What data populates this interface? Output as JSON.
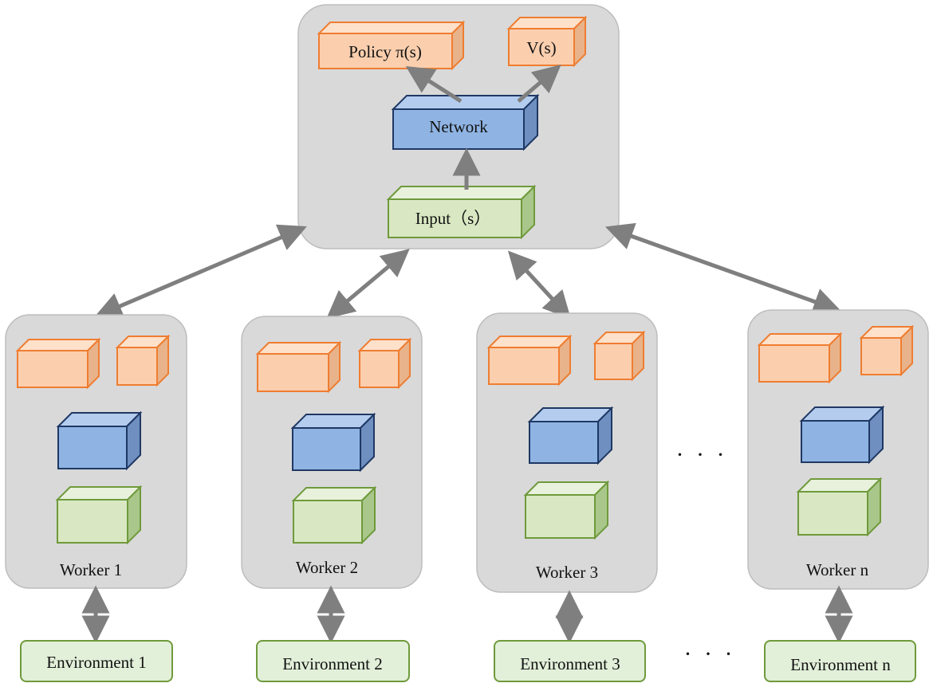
{
  "global": {
    "policy_label": "Policy π(s)",
    "value_label": "V(s)",
    "network_label": "Network",
    "input_label": "Input（s）"
  },
  "workers": [
    {
      "label": "Worker 1",
      "environment": "Environment 1"
    },
    {
      "label": "Worker 2",
      "environment": "Environment 2"
    },
    {
      "label": "Worker 3",
      "environment": "Environment 3"
    },
    {
      "label": "Worker n",
      "environment": "Environment n"
    }
  ],
  "ellipsis": "· · ·",
  "colors": {
    "panel_fill": "#d9d9d9",
    "panel_stroke": "#bdbdbd",
    "orange_fill": "#fbcfae",
    "orange_stroke": "#ef7d31",
    "blue_fill": "#8fb4e3",
    "blue_stroke": "#1f3864",
    "green_fill": "#d9e8c2",
    "green_stroke": "#6f9a3c",
    "arrow": "#7f7f7f"
  }
}
